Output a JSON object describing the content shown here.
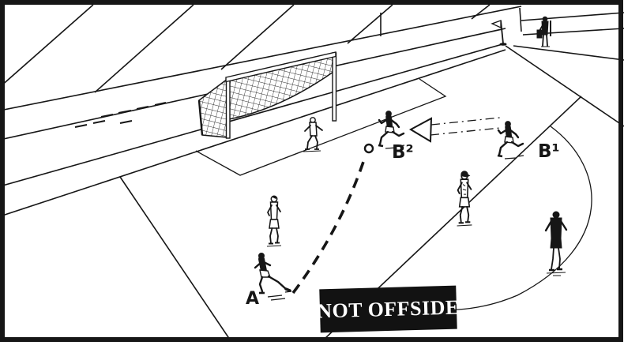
{
  "illustration": {
    "caption": "NOT OFFSIDE",
    "labels": {
      "player_a": "A",
      "player_b1": "B¹",
      "player_b2": "B²"
    },
    "elements": [
      "grandstand-hatching",
      "barrier-wall",
      "running-track-dashes",
      "goal-net",
      "goalkeeper",
      "goal-line",
      "touchline",
      "corner-flag",
      "linesman",
      "penalty-area-left-line",
      "penalty-area-front-line",
      "penalty-arc",
      "goal-area-box",
      "attacker-b1",
      "attacker-b2",
      "run-direction-arrow",
      "ball",
      "pass-trajectory-dashed",
      "white-defender",
      "referee",
      "dark-defender",
      "attacker-a",
      "frame-border"
    ],
    "colors": {
      "ink": "#161616",
      "paper": "#ffffff",
      "caption_bg": "#121212",
      "caption_text": "#ffffff"
    }
  }
}
